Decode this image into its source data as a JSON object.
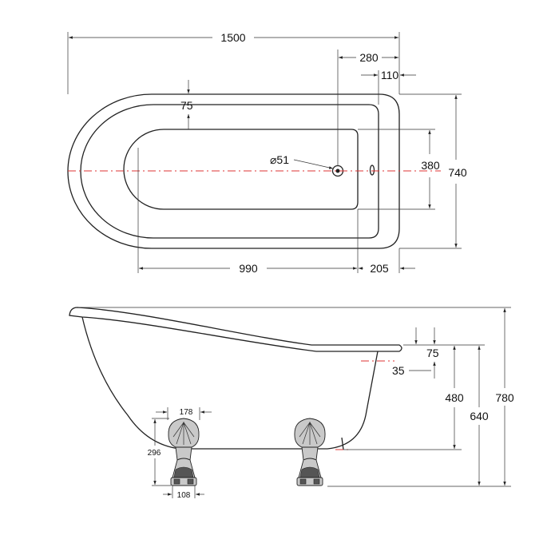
{
  "plan_view": {
    "dimensions": {
      "overall_length": "1500",
      "waste_offset": "280",
      "rim_end": "110",
      "rim_side": "75",
      "waste_diameter": "⌀51",
      "inner_width": "380",
      "overall_width": "740",
      "inner_length": "990",
      "end_offset": "205"
    }
  },
  "side_view": {
    "dimensions": {
      "rim_thickness": "75",
      "lip": "35",
      "height_480": "480",
      "height_640": "640",
      "overall_height": "780"
    }
  },
  "foot_detail": {
    "dimensions": {
      "foot_width": "178",
      "foot_height": "296",
      "foot_base": "108"
    }
  },
  "colors": {
    "outline": "#222222",
    "centerline": "#dd3333",
    "foot_fill": "#c9c9c9"
  }
}
